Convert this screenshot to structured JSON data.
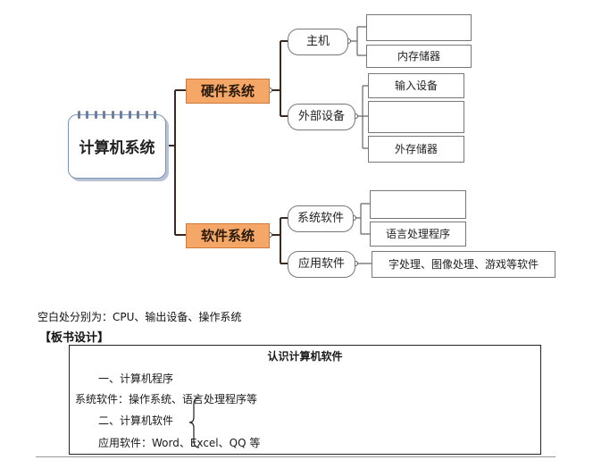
{
  "mindmap": {
    "root": "计算机系统",
    "branches": [
      {
        "label": "硬件系统",
        "children": [
          {
            "label": "主机",
            "leaves": [
              "",
              "内存储器"
            ]
          },
          {
            "label": "外部设备",
            "leaves": [
              "输入设备",
              "",
              "外存储器"
            ]
          }
        ]
      },
      {
        "label": "软件系统",
        "children": [
          {
            "label": "系统软件",
            "leaves": [
              "",
              "语言处理程序"
            ]
          },
          {
            "label": "应用软件",
            "leaves": [
              "字处理、图像处理、游戏等软件"
            ]
          }
        ]
      }
    ]
  },
  "answer_text": "空白处分别为：CPU、输出设备、操作系统",
  "board_heading": "【板书设计】",
  "board": {
    "title": "认识计算机软件",
    "line1": "一、计算机程序",
    "line2": "系统软件：操作系统、语言处理程序等",
    "line3": "二、计算机软件",
    "line4": "应用软件：Word、Excel、QQ 等"
  },
  "colors": {
    "connector": "#3d2a1e",
    "branch_fill": "#f4a766",
    "root_border": "#7b93ba"
  }
}
